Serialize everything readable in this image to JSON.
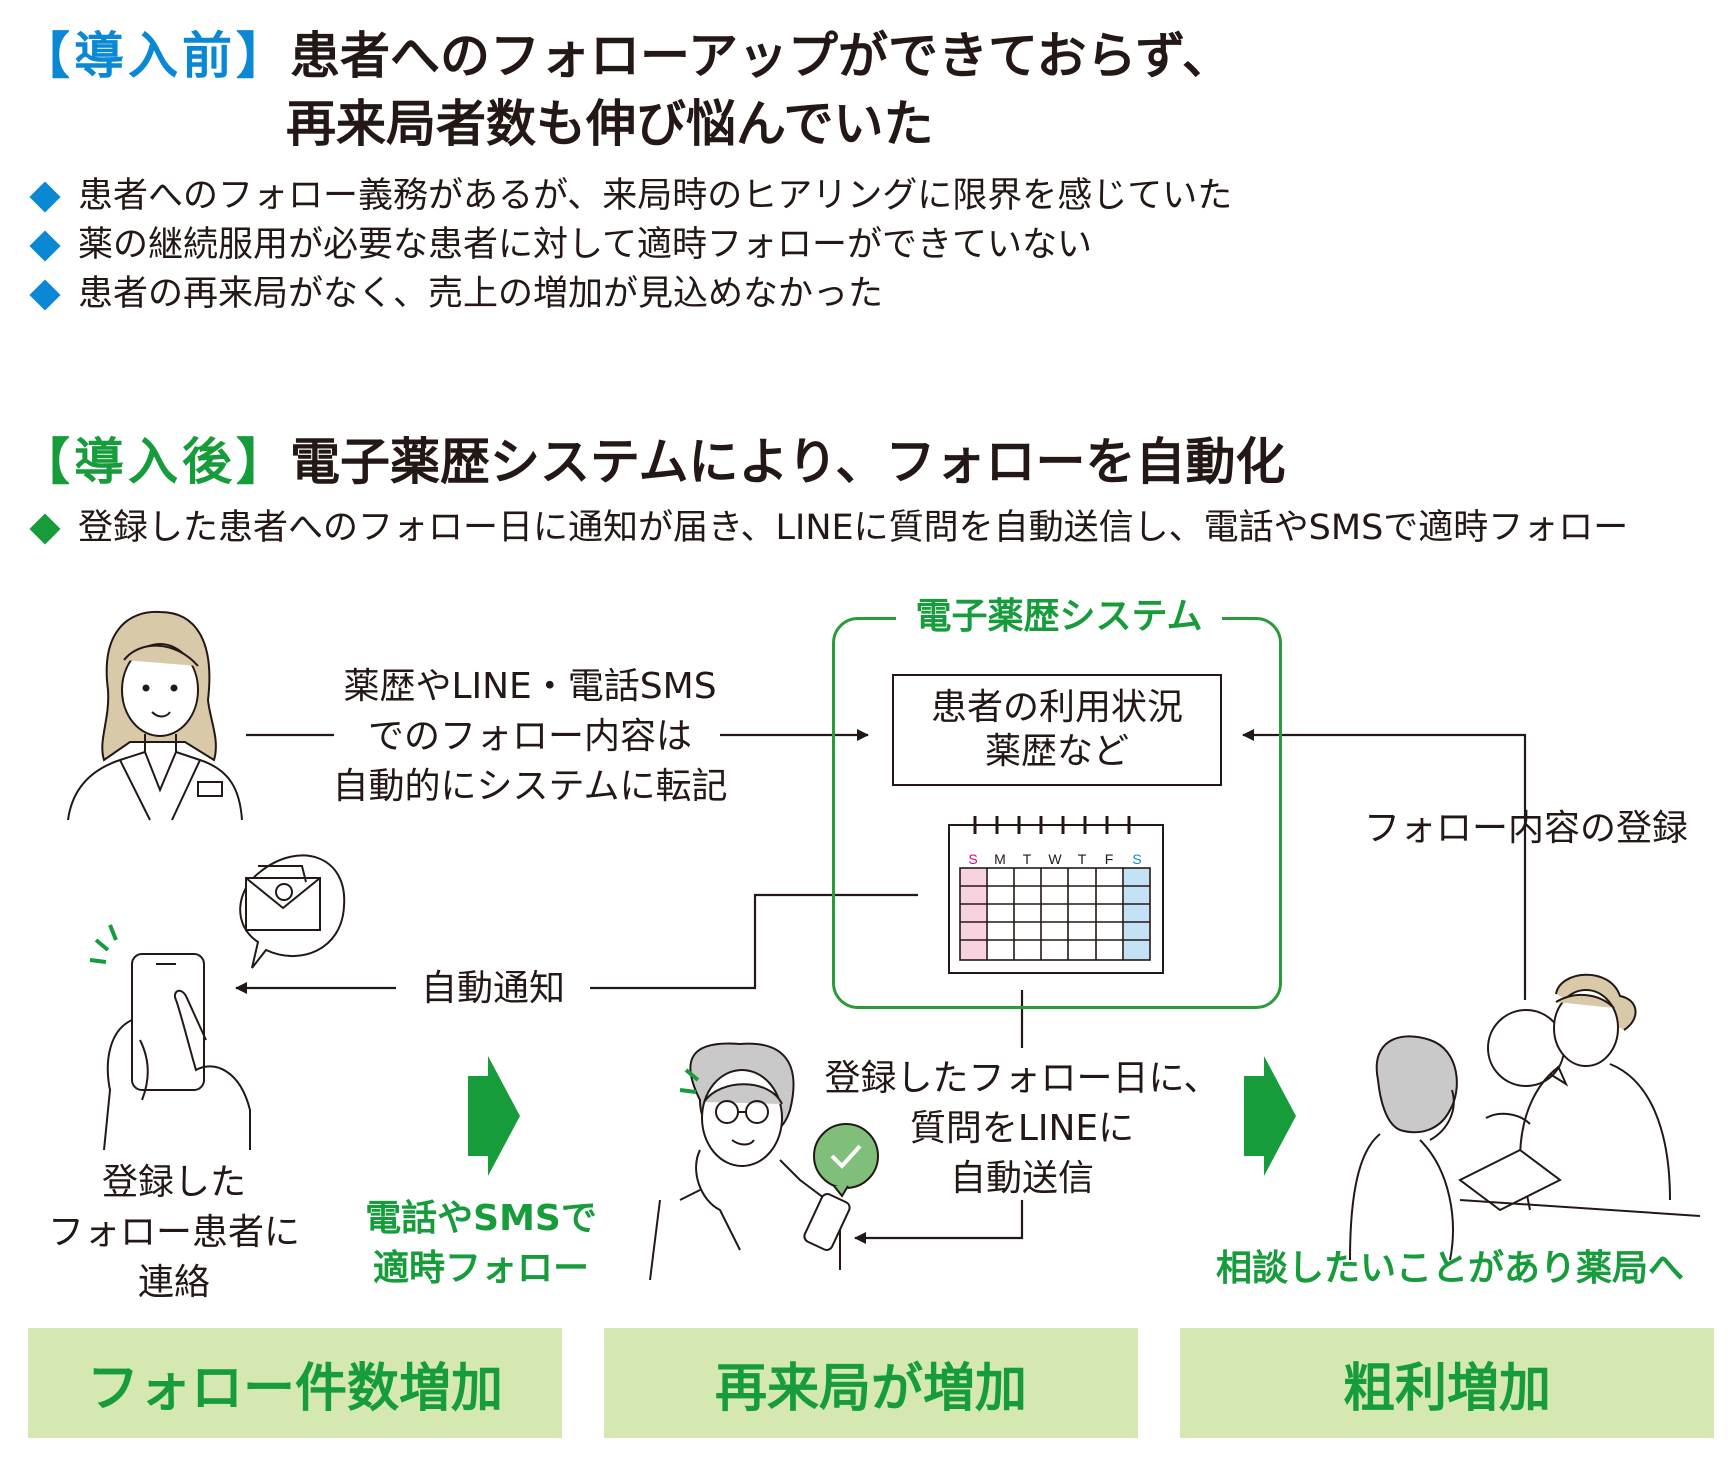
{
  "before": {
    "bracket": "【導入前】",
    "title_line1": "患者へのフォローアップができておらず、",
    "title_line2": "再来局者数も伸び悩んでいた",
    "bullets": [
      "患者へのフォロー義務があるが、来局時のヒアリングに限界を感じていた",
      "薬の継続服用が必要な患者に対して適時フォローができていない",
      "患者の再来局がなく、売上の増加が見込めなかった"
    ]
  },
  "after": {
    "bracket": "【導入後】",
    "title": "電子薬歴システムにより、フォローを自動化",
    "bullet": "登録した患者へのフォロー日に通知が届き、LINEに質問を自動送信し、電話やSMSで適時フォロー"
  },
  "diagram": {
    "transcribe_text": [
      "薬歴やLINE・電話SMS",
      "でのフォロー内容は",
      "自動的にシステムに転記"
    ],
    "system_title": "電子薬歴システム",
    "info_box": [
      "患者の利用状況",
      "薬歴など"
    ],
    "calendar_days": [
      "S",
      "M",
      "T",
      "W",
      "T",
      "F",
      "S"
    ],
    "auto_notify": "自動通知",
    "register_followup": "フォロー内容の登録",
    "contact_text": [
      "登録した",
      "フォロー患者に",
      "連絡"
    ],
    "line_send_text": [
      "登録したフォロー日に、",
      "質問をLINEに",
      "自動送信"
    ],
    "phone_sms_text": [
      "電話やSMSで",
      "適時フォロー"
    ],
    "consult_text": "相談したいことがあり薬局へ"
  },
  "results": [
    "フォロー件数増加",
    "再来局が増加",
    "粗利増加"
  ],
  "colors": {
    "blue": "#0b88d4",
    "green": "#179c3b",
    "result_bg": "#d6e8b2",
    "calendar_pink": "#f7d3e0",
    "calendar_blue": "#c3e2f5"
  }
}
